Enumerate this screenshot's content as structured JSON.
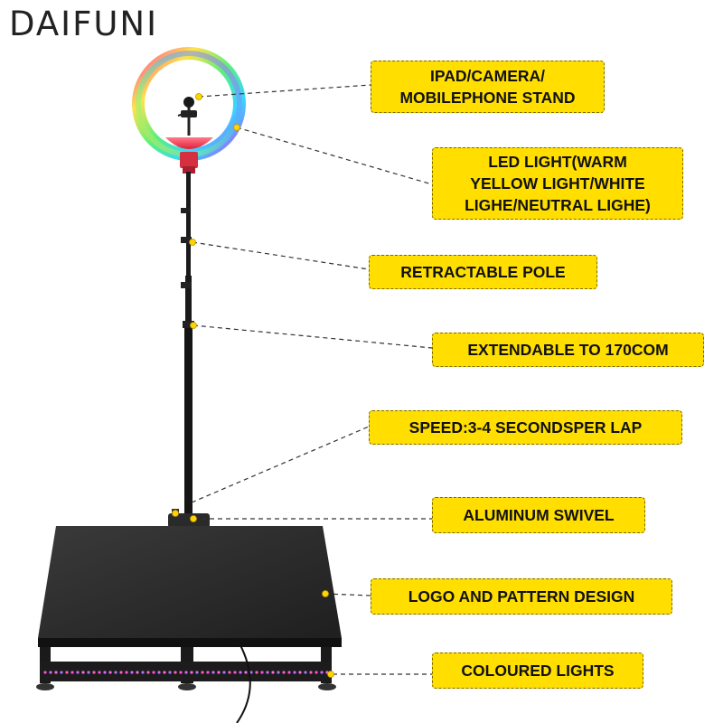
{
  "brand": "DAIFUNI",
  "callouts": [
    {
      "id": "stand",
      "lines": [
        "IPAD/CAMERA/",
        "MOBILEPHONE STAND"
      ]
    },
    {
      "id": "led",
      "lines": [
        "LED LIGHT(WARM",
        "YELLOW LIGHT/WHITE",
        "LIGHE/NEUTRAL LIGHE)"
      ]
    },
    {
      "id": "pole",
      "lines": [
        "RETRACTABLE POLE"
      ]
    },
    {
      "id": "extend",
      "lines": [
        "EXTENDABLE TO 170COM"
      ]
    },
    {
      "id": "speed",
      "lines": [
        "SPEED:3-4 SECONDSPER LAP"
      ]
    },
    {
      "id": "swivel",
      "lines": [
        "ALUMINUM SWIVEL"
      ]
    },
    {
      "id": "logo",
      "lines": [
        "LOGO AND PATTERN DESIGN"
      ]
    },
    {
      "id": "lights",
      "lines": [
        "COLOURED LIGHTS"
      ]
    }
  ],
  "colors": {
    "callout_fill": "#ffde00",
    "platform": "#2a2a2a",
    "marker": "#ffd400"
  }
}
